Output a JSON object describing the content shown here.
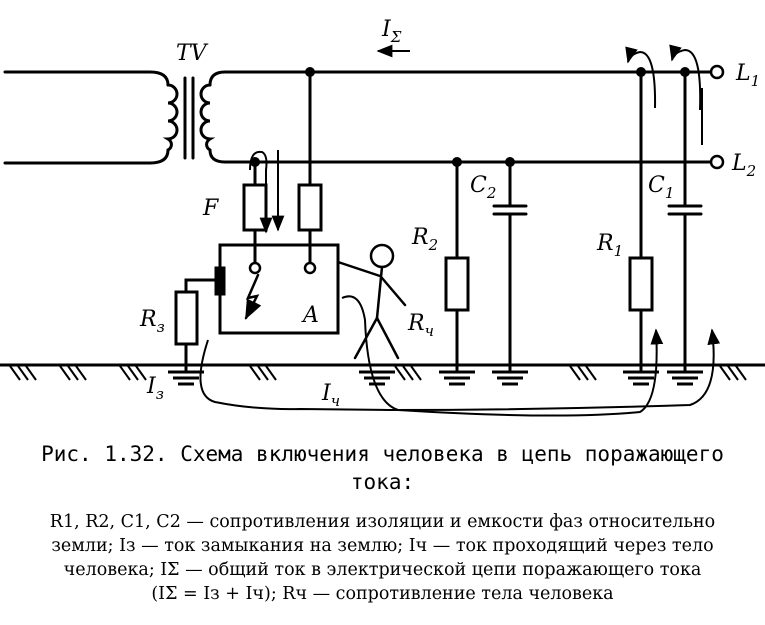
{
  "diagram": {
    "labels": {
      "transformer": "TV",
      "fuse": "F",
      "line1": "L",
      "line1_sub": "1",
      "line2": "L",
      "line2_sub": "2",
      "current_total": "I",
      "current_total_sub": "Σ",
      "r2": "R",
      "r2_sub": "2",
      "c2": "C",
      "c2_sub": "2",
      "r1": "R",
      "r1_sub": "1",
      "c1": "C",
      "c1_sub": "1",
      "rz": "R",
      "rz_sub": "з",
      "rch": "R",
      "rch_sub": "ч",
      "iz": "I",
      "iz_sub": "з",
      "ich": "I",
      "ich_sub": "ч",
      "equipment": "A"
    }
  },
  "caption": {
    "line1": "Рис. 1.32. Схема включения человека в цепь поражающего",
    "line2": "тока:"
  },
  "legend": {
    "line1": "R1, R2, C1, C2 — сопротивления изоляции и емкости фаз относительно",
    "line2": "земли; Iз — ток замыкания на землю; Iч — ток проходящий через тело",
    "line3": "человека; IΣ — общий ток в электрической цепи поражающего тока",
    "line4": "(IΣ = Iз + Iч); Rч — сопротивление тела человека"
  }
}
